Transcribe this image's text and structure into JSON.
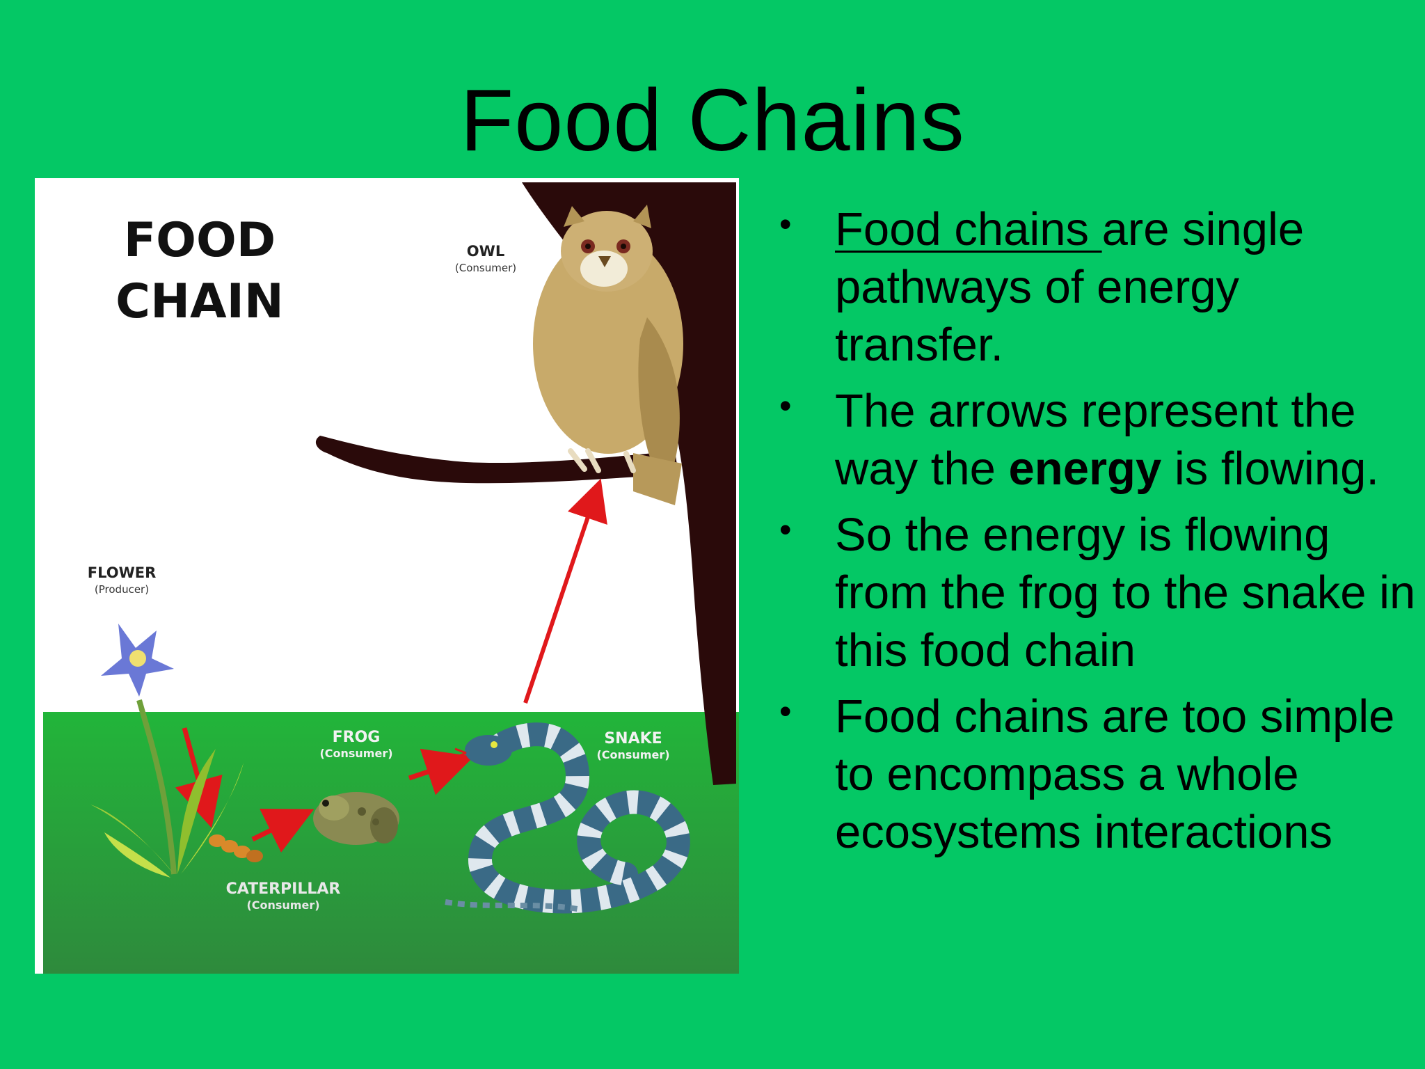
{
  "slide": {
    "title": "Food Chains",
    "colors": {
      "background": "#04c865",
      "text": "#000000",
      "arrow": "#e0181b",
      "grass_top": "#22b53a",
      "grass_bottom": "#2e8a3c"
    }
  },
  "figure": {
    "heading_line1": "FOOD",
    "heading_line2": "CHAIN",
    "organisms": {
      "owl": {
        "name": "OWL",
        "role": "(Consumer)",
        "icon": "owl-icon"
      },
      "flower": {
        "name": "FLOWER",
        "role": "(Producer)",
        "icon": "flower-icon"
      },
      "frog": {
        "name": "FROG",
        "role": "(Consumer)",
        "icon": "frog-icon"
      },
      "snake": {
        "name": "SNAKE",
        "role": "(Consumer)",
        "icon": "snake-icon"
      },
      "caterpillar": {
        "name": "CATERPILLAR",
        "role": "(Consumer)",
        "icon": "caterpillar-icon"
      }
    }
  },
  "bullets": [
    {
      "marker": "•",
      "underlined": "Food chains ",
      "rest": " are single pathways of energy transfer."
    },
    {
      "marker": "•",
      "before": "The arrows represent the way the ",
      "bold": "energy",
      "after": " is flowing."
    },
    {
      "marker": "•",
      "text": "So the energy is flowing from the frog to the snake in this food chain"
    },
    {
      "marker": "•",
      "text": "Food chains are too simple to encompass a whole ecosystems interactions"
    }
  ]
}
